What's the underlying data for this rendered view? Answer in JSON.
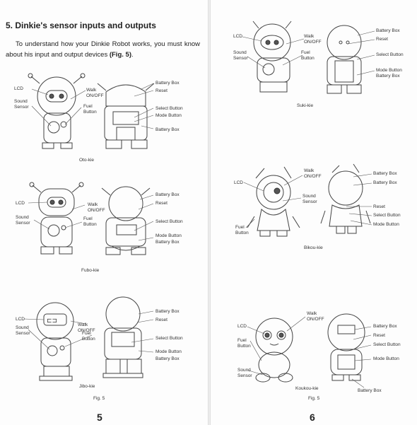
{
  "left_page": {
    "title": "5. Dinkie's sensor inputs and outputs",
    "intro_line1": "To understand how your Dinkie Robot works, you must know",
    "intro_line2": "about his input and output devices",
    "intro_fig": "(Fig. 5)",
    "intro_end": ".",
    "figure_caption": "Fig. 5",
    "page_number": "5",
    "robots": [
      {
        "name": "Oto-kie",
        "lcd": "LCD",
        "sound_sensor": "Sound\nSensor",
        "walk": "Walk\nON/OFF",
        "fuel": "Fuel\nButton",
        "battery_box_top": "Battery Box",
        "reset": "Reset",
        "select": "Select Button",
        "mode": "Mode Button",
        "battery_box_bottom": "Battery Box"
      },
      {
        "name": "Fubo-kie",
        "lcd": "LCD",
        "sound_sensor": "Sound\nSensor",
        "walk": "Walk\nON/OFF",
        "fuel": "Fuel\nButton",
        "battery_box_top": "Battery Box",
        "reset": "Reset",
        "select": "Select Button",
        "mode": "Mode Button",
        "battery_box_bottom": "Battery Box"
      },
      {
        "name": "Jibo-kie",
        "lcd": "LCD",
        "sound_sensor": "Sound\nSensor",
        "walk": "Walk\nON/OFF",
        "fuel": "Fuel\nButton",
        "battery_box_top": "Battery Box",
        "reset": "Reset",
        "select": "Select Button",
        "mode": "Mode Button",
        "battery_box_bottom": "Battery Box"
      }
    ]
  },
  "right_page": {
    "figure_caption": "Fig. 5",
    "page_number": "6",
    "robots": [
      {
        "name": "Suki-kie",
        "lcd": "LCD",
        "sound_sensor": "Sound\nSensor",
        "walk": "Walk\nON/OFF",
        "fuel": "Fuel\nButton",
        "battery_box_top": "Battery Box",
        "reset": "Reset",
        "select": "Select Button",
        "mode": "Mode Button\nBattery Box"
      },
      {
        "name": "Bikou-kie",
        "lcd": "LCD",
        "walk": "Walk\nON/OFF",
        "sound_sensor": "Sound\nSensor",
        "fuel": "Fuel\nButton",
        "battery_box_1": "Battery Box",
        "battery_box_2": "Battery Box",
        "reset": "Reset",
        "select": "Select Button",
        "mode": "Mode Button"
      },
      {
        "name": "Koukou-kie",
        "lcd": "LCD",
        "walk": "Walk\nON/OFF",
        "fuel": "Fuel\nButton",
        "sound_sensor": "Sound\nSensor",
        "battery_box_top": "Battery Box",
        "reset": "Reset",
        "select": "Select Button",
        "mode": "Mode Button",
        "battery_box_bottom": "Battery Box"
      }
    ]
  }
}
